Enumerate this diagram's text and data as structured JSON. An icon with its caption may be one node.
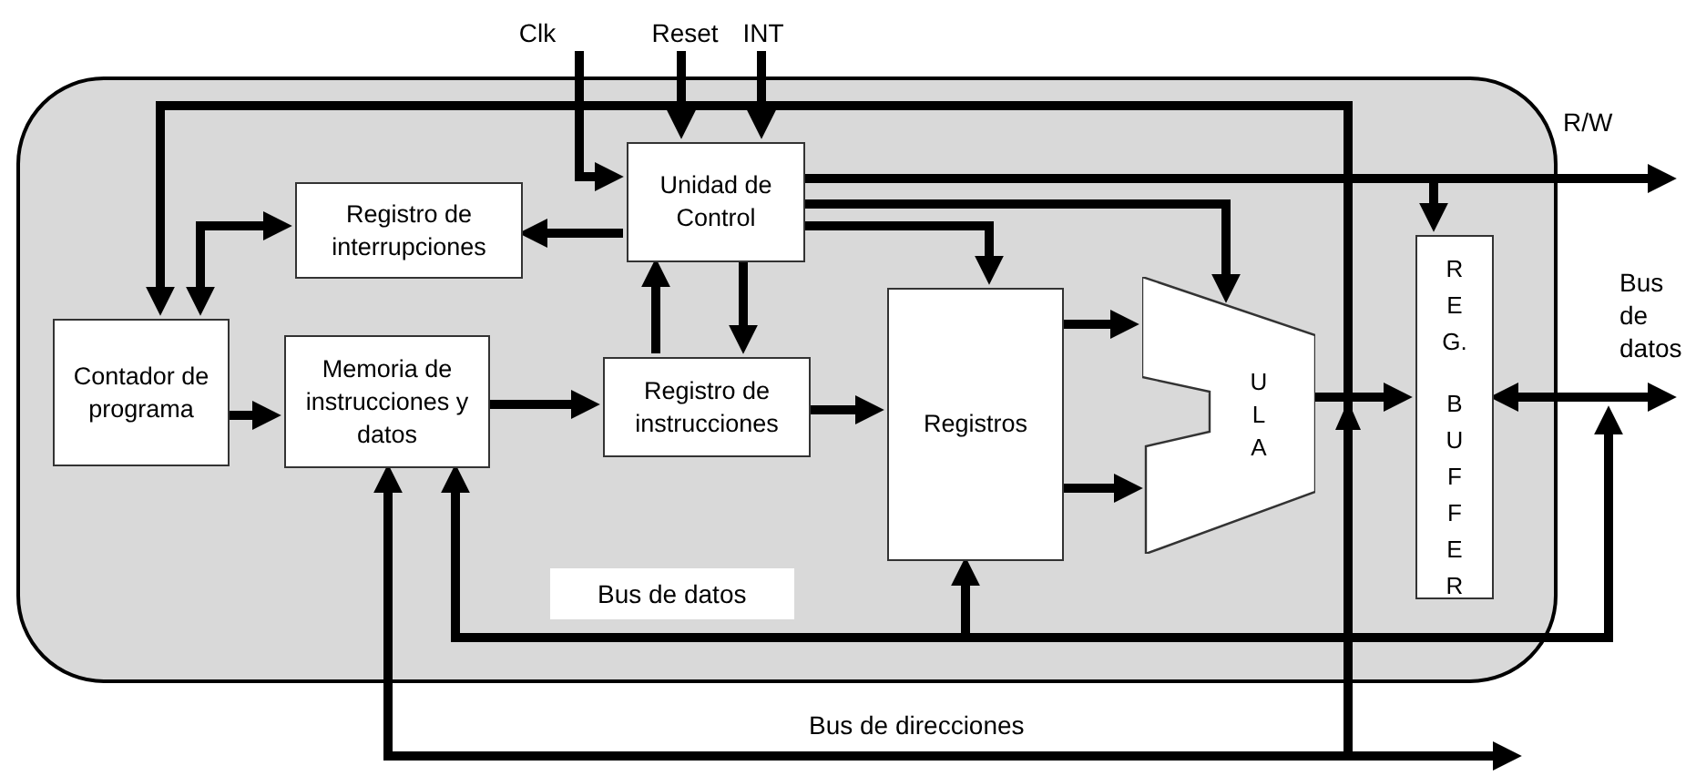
{
  "diagram": {
    "nodes": [
      {
        "text": [],
        "shape": "box"
      },
      {
        "text": [
          "Clk"
        ]
      },
      {
        "text": [
          "Reset"
        ]
      },
      {
        "text": [
          "INT"
        ]
      },
      {
        "text": [
          "Unidad de Control"
        ],
        "in": 0
      },
      {
        "text": [
          "Registro de interrupciones"
        ],
        "in": 0
      },
      {
        "text": [
          "Contador de programa"
        ],
        "in": 0
      },
      {
        "text": [
          "Memoria de instrucciones y datos"
        ],
        "in": 0
      },
      {
        "text": [
          "Registro de instrucciones"
        ],
        "in": 0
      },
      {
        "text": [
          "Registros"
        ],
        "in": 0
      },
      {
        "text": [
          "U L A"
        ],
        "in": 0
      },
      {
        "text": [
          "R E G.",
          "B U F F E R"
        ],
        "in": 0
      }
    ],
    "edges": [
      {
        "from": 1,
        "to": 4,
        "arrow": "to"
      },
      {
        "from": 2,
        "to": 4,
        "arrow": "to"
      },
      {
        "from": 3,
        "to": 4,
        "arrow": "to"
      },
      {
        "from": 4,
        "to": 5,
        "arrow": "to"
      },
      {
        "from": 6,
        "to": 5,
        "arrow": "both"
      },
      {
        "from": 4,
        "to": null,
        "arrow": "to"
      },
      {
        "from": 4,
        "to": 11,
        "arrow": "to"
      },
      {
        "from": 4,
        "to": 10,
        "arrow": "to"
      },
      {
        "from": 4,
        "to": 9,
        "arrow": "to"
      },
      {
        "from": 4,
        "to": 8,
        "arrow": "to"
      },
      {
        "from": 8,
        "to": 4,
        "arrow": "to"
      },
      {
        "from": 6,
        "to": 7,
        "arrow": "to"
      },
      {
        "from": 7,
        "to": 8,
        "arrow": "to"
      },
      {
        "from": 8,
        "to": 9,
        "arrow": "to"
      },
      {
        "from": 9,
        "to": 10,
        "arrow": "to"
      },
      {
        "from": 9,
        "to": 10,
        "arrow": "to"
      },
      {
        "from": 10,
        "to": 11,
        "arrow": "to"
      },
      {
        "from": 11,
        "to": null,
        "arrow": "both"
      },
      {
        "from": null,
        "to": 7,
        "arrow": "both",
        "label": "Bus de datos"
      },
      {
        "from": null,
        "to": 9,
        "arrow": "to"
      },
      {
        "from": 7,
        "to": null,
        "arrow": "both",
        "label": "Bus de direcciones"
      },
      {
        "from": null,
        "to": 6,
        "arrow": "to"
      }
    ],
    "labels": [
      "R/W",
      "Bus de datos"
    ]
  }
}
